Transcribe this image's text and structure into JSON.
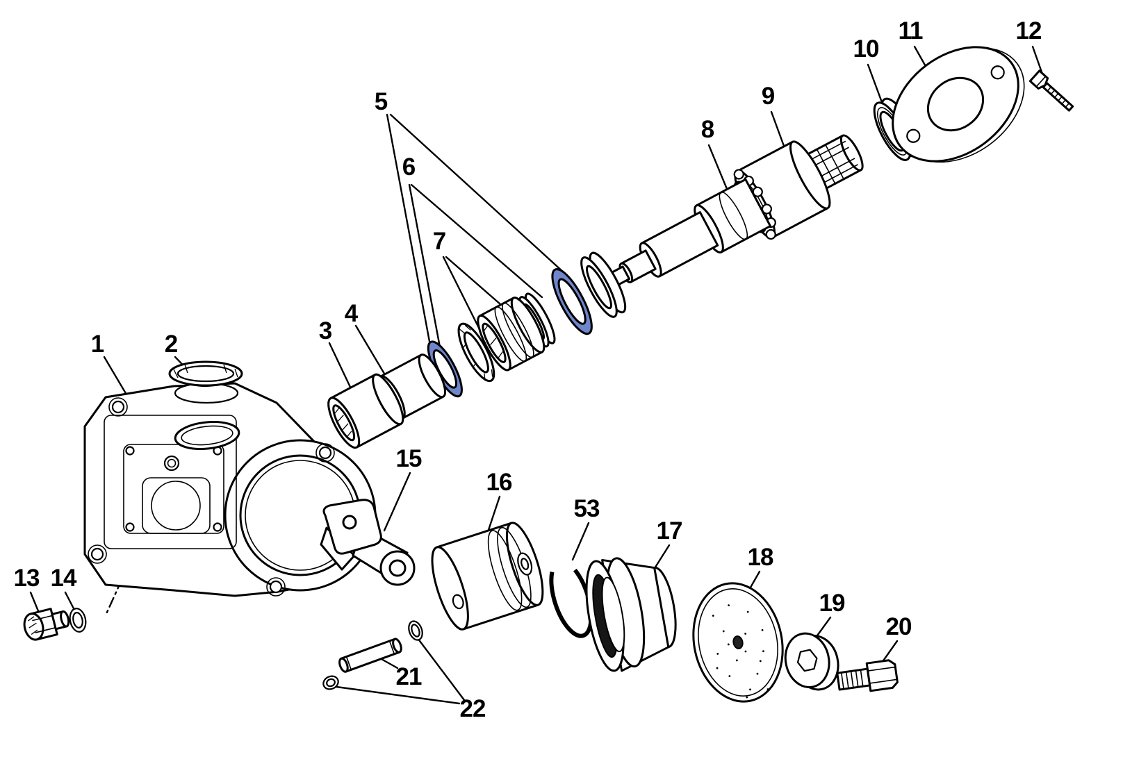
{
  "figure": {
    "type": "exploded-parts-diagram",
    "background": "#ffffff",
    "line_color": "#000000",
    "highlight_color": "#6f86cc"
  },
  "labels": [
    {
      "part": "1",
      "text": "1"
    },
    {
      "part": "2",
      "text": "2"
    },
    {
      "part": "3",
      "text": "3"
    },
    {
      "part": "4",
      "text": "4"
    },
    {
      "part": "5",
      "text": "5"
    },
    {
      "part": "6",
      "text": "6"
    },
    {
      "part": "7",
      "text": "7"
    },
    {
      "part": "8",
      "text": "8"
    },
    {
      "part": "9",
      "text": "9"
    },
    {
      "part": "10",
      "text": "10"
    },
    {
      "part": "11",
      "text": "11"
    },
    {
      "part": "12",
      "text": "12"
    },
    {
      "part": "13",
      "text": "13"
    },
    {
      "part": "14",
      "text": "14"
    },
    {
      "part": "15",
      "text": "15"
    },
    {
      "part": "16",
      "text": "16"
    },
    {
      "part": "17",
      "text": "17"
    },
    {
      "part": "18",
      "text": "18"
    },
    {
      "part": "19",
      "text": "19"
    },
    {
      "part": "20",
      "text": "20"
    },
    {
      "part": "21",
      "text": "21"
    },
    {
      "part": "22",
      "text": "22"
    },
    {
      "part": "53",
      "text": "53"
    }
  ]
}
